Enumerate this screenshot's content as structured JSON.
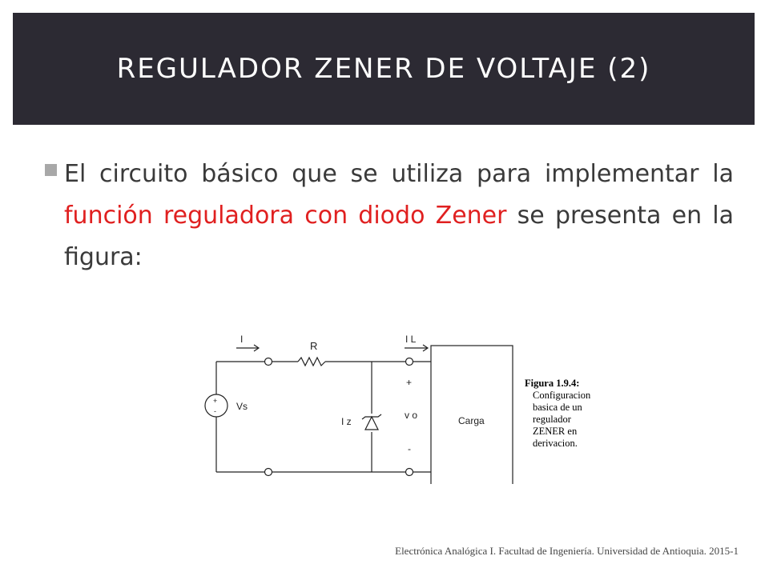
{
  "slide": {
    "title": "REGULADOR ZENER DE VOLTAJE (2)",
    "bullet": {
      "text_part1": "El circuito básico que se utiliza para implementar la ",
      "highlight": "función reguladora con diodo Zener",
      "text_part2": " se presenta en la figura:"
    }
  },
  "circuit": {
    "labels": {
      "current_i": "I",
      "resistor": "R",
      "current_il": "I L",
      "plus_sign": "+",
      "source_plus": "+",
      "source_minus": "-",
      "source": "Vs",
      "zener_current": "I z",
      "output_voltage": "v o",
      "minus_sign": "-",
      "load": "Carga"
    }
  },
  "caption": {
    "title": "Figura 1.9.4:",
    "lines": [
      "Configuracion",
      "basica de un",
      "regulador",
      "ZENER en",
      "derivacion."
    ]
  },
  "footer": {
    "text": "Electrónica Analógica I.  Facultad de Ingeniería.  Universidad de Antioquia.  2015-1"
  },
  "colors": {
    "title_band": "#2c2a33",
    "highlight": "#e02020",
    "body_text": "#3a3a3a"
  }
}
